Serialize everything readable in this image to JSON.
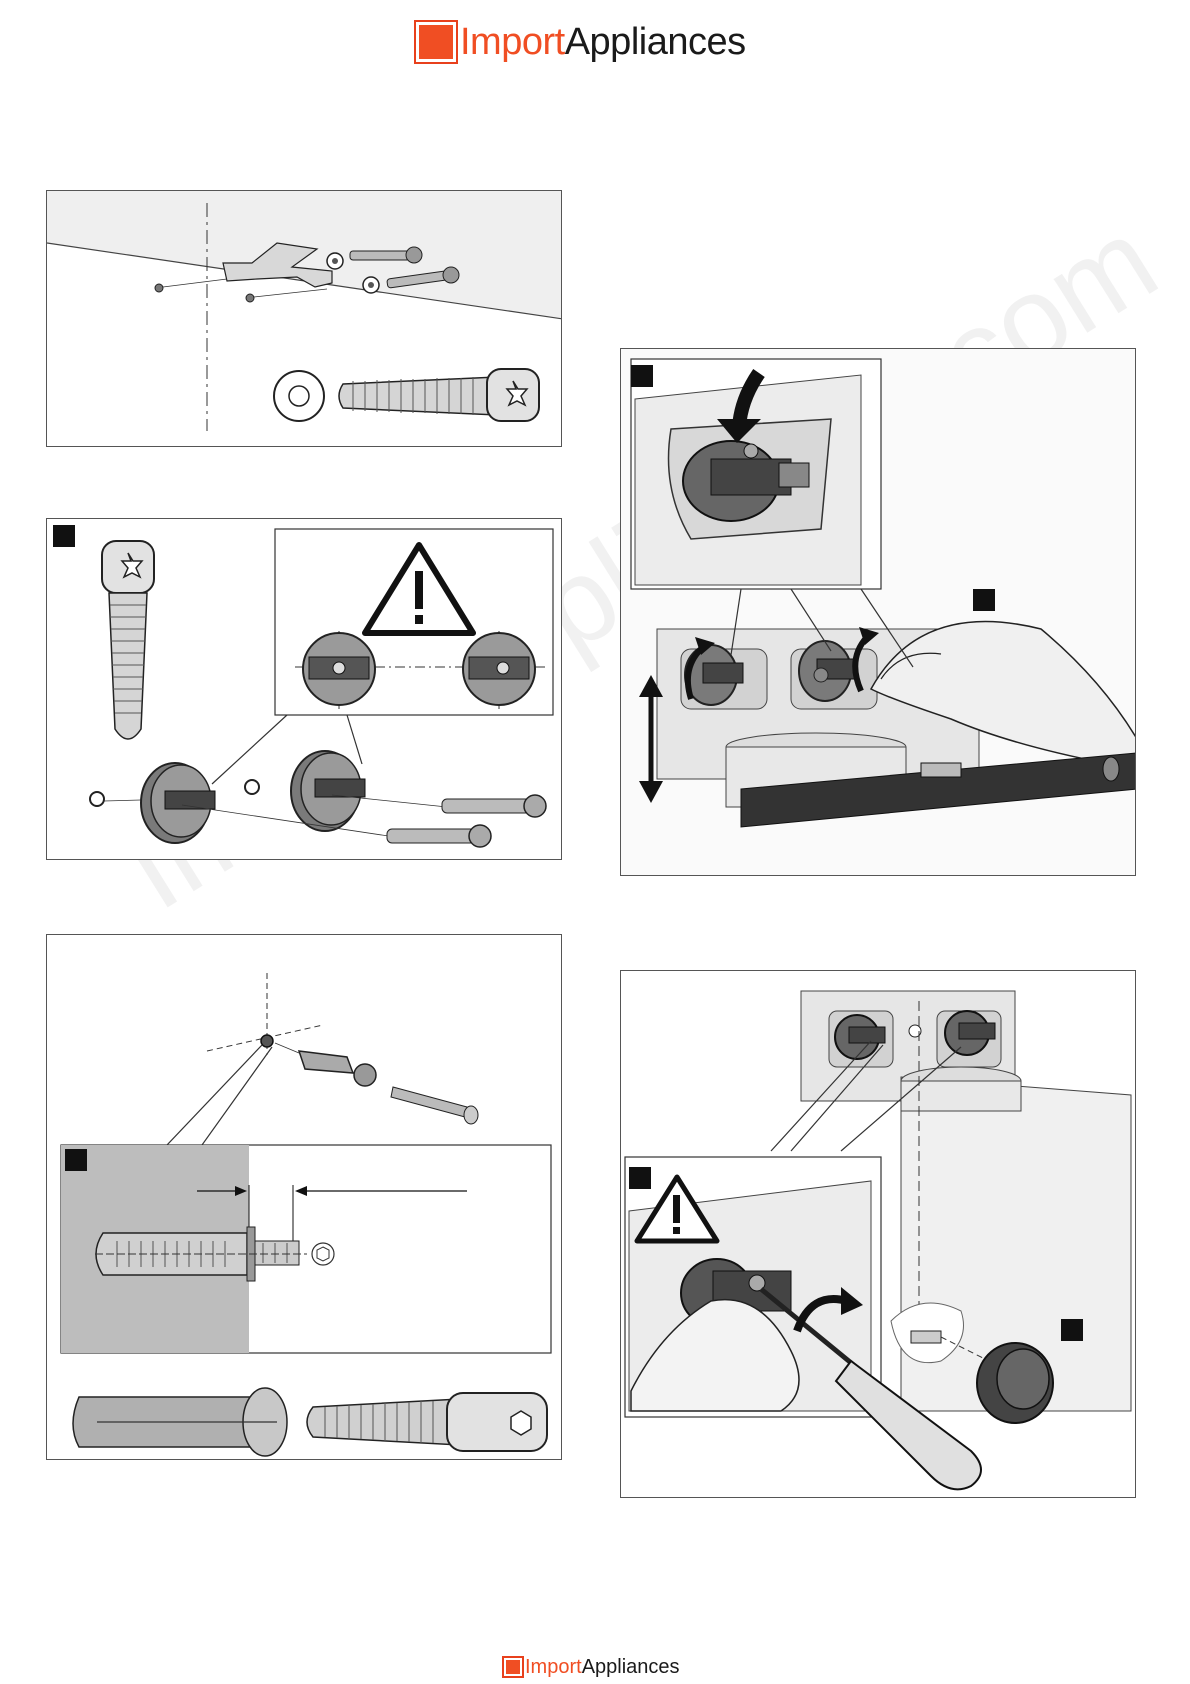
{
  "brand": {
    "word1": "Import",
    "word2": "Appliances",
    "accent_color": "#f04e23"
  },
  "watermark": "ImportAppliances.com",
  "figures": [
    {
      "id": "fig-1",
      "icon": "bracket-screws-illustration"
    },
    {
      "id": "fig-2",
      "icon": "mounting-disc-warning-illustration"
    },
    {
      "id": "fig-3",
      "icon": "wall-anchor-illustration"
    },
    {
      "id": "fig-4",
      "icon": "level-adjust-illustration"
    },
    {
      "id": "fig-5",
      "icon": "screwdriver-fix-illustration"
    }
  ]
}
